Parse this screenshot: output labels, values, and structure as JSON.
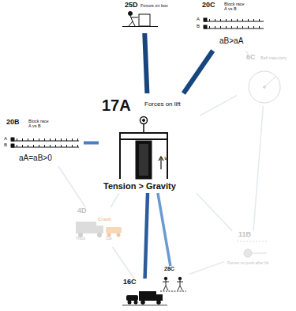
{
  "diagram": {
    "nodes": [
      {
        "text": [
          "25D",
          "Forces on box"
        ]
      },
      {
        "text": [
          "20C",
          "Block race A vs B",
          "A",
          "B",
          "aB>aA"
        ]
      },
      {
        "text": [
          "6C",
          "Ball trajectory"
        ]
      },
      {
        "text": [
          "17A",
          "Forces on lift",
          "Tension > Gravity"
        ]
      },
      {
        "text": [
          "20B",
          "Block race A vs B",
          "A",
          "B",
          "aA=aB>0"
        ]
      },
      {
        "text": [
          "4D",
          "Truck",
          "Car",
          "Crash"
        ]
      },
      {
        "text": [
          "11B",
          "Forces on puck after hit"
        ]
      },
      {
        "text": [
          "28C"
        ]
      },
      {
        "text": [
          "16C"
        ]
      }
    ],
    "edges": [
      {
        "from": 3,
        "to": 0,
        "arrow": "none"
      },
      {
        "from": 3,
        "to": 1,
        "arrow": "none"
      },
      {
        "from": 3,
        "to": 4,
        "arrow": "none"
      },
      {
        "from": 3,
        "to": 8,
        "arrow": "none"
      },
      {
        "from": 3,
        "to": 7,
        "arrow": "none"
      },
      {
        "from": 3,
        "to": 2,
        "arrow": "none"
      },
      {
        "from": 3,
        "to": 5,
        "arrow": "none"
      },
      {
        "from": 3,
        "to": 6,
        "arrow": "none"
      },
      {
        "from": 1,
        "to": 2,
        "arrow": "none"
      },
      {
        "from": 2,
        "to": 6,
        "arrow": "none"
      },
      {
        "from": 6,
        "to": 7,
        "arrow": "none"
      },
      {
        "from": 4,
        "to": 5,
        "arrow": "none"
      },
      {
        "from": 5,
        "to": 8,
        "arrow": "none"
      }
    ],
    "labels": [
      "v"
    ]
  }
}
